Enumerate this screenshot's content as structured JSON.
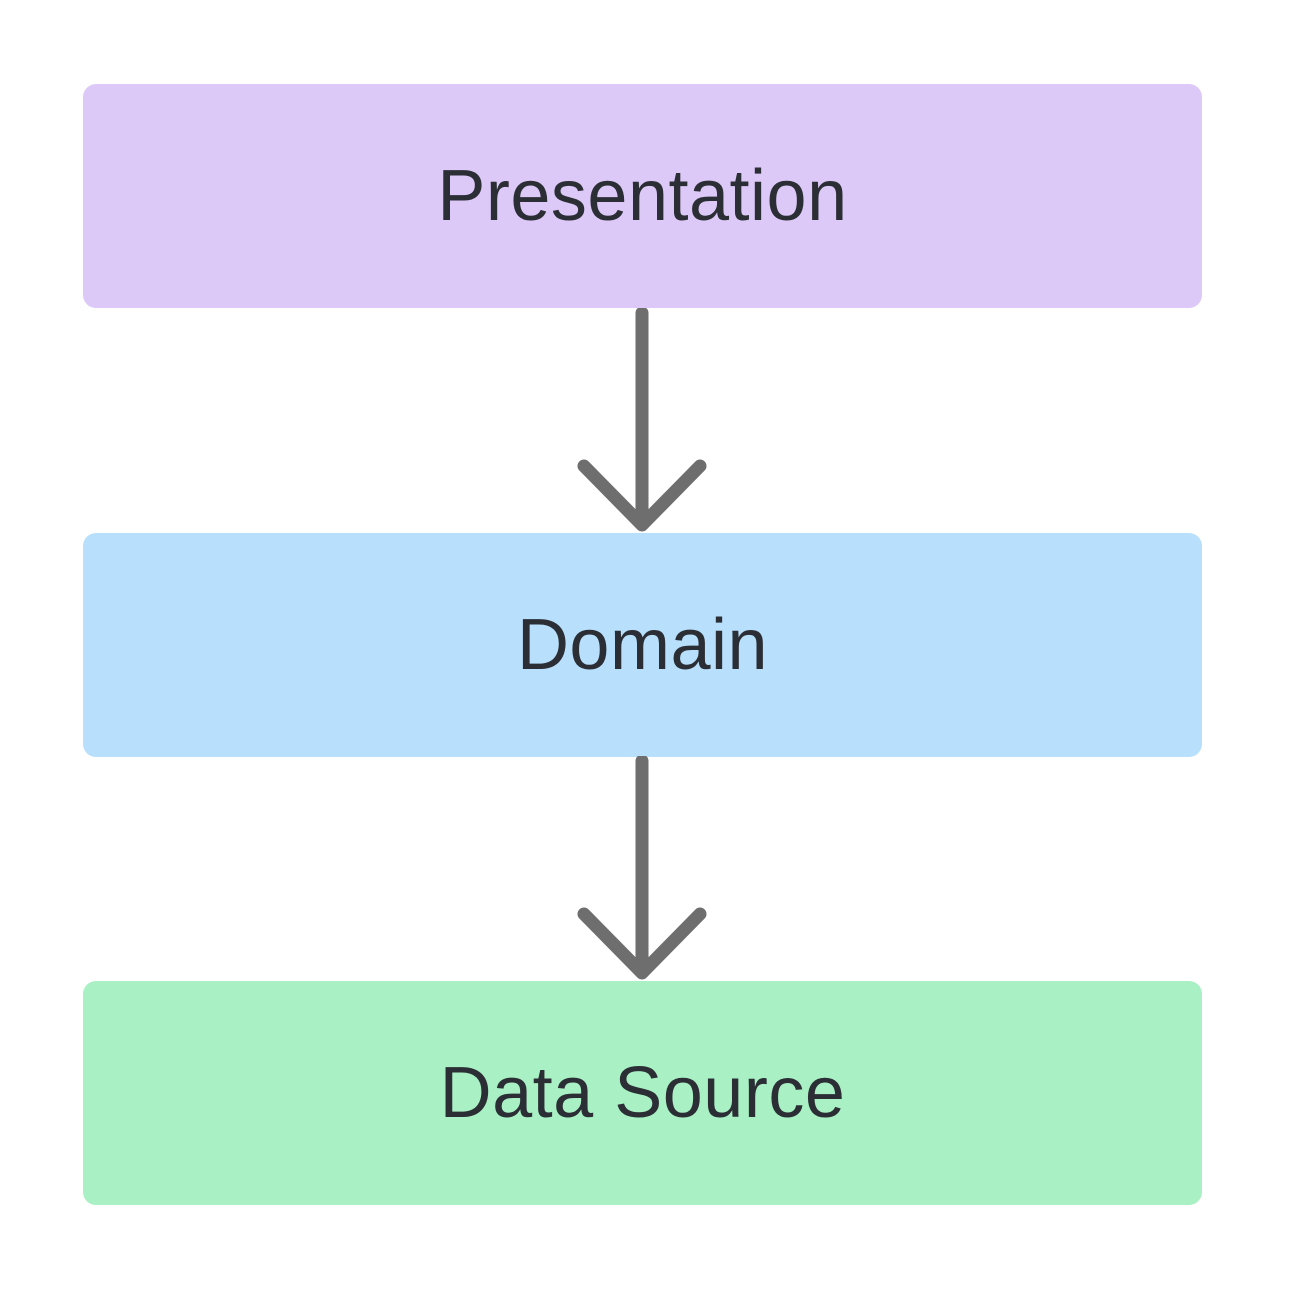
{
  "diagram": {
    "title": "Layered architecture diagram",
    "background_color": "#ffffff",
    "text_color": "#2b2e35",
    "arrow_color": "#6e6e6e",
    "layers": [
      {
        "label": "Presentation",
        "fill": "#ddc9f8"
      },
      {
        "label": "Domain",
        "fill": "#b8e0fc"
      },
      {
        "label": "Data Source",
        "fill": "#a9f0c4"
      }
    ],
    "arrows": [
      {
        "from": "Presentation",
        "to": "Domain",
        "direction": "down"
      },
      {
        "from": "Domain",
        "to": "Data Source",
        "direction": "down"
      }
    ]
  }
}
